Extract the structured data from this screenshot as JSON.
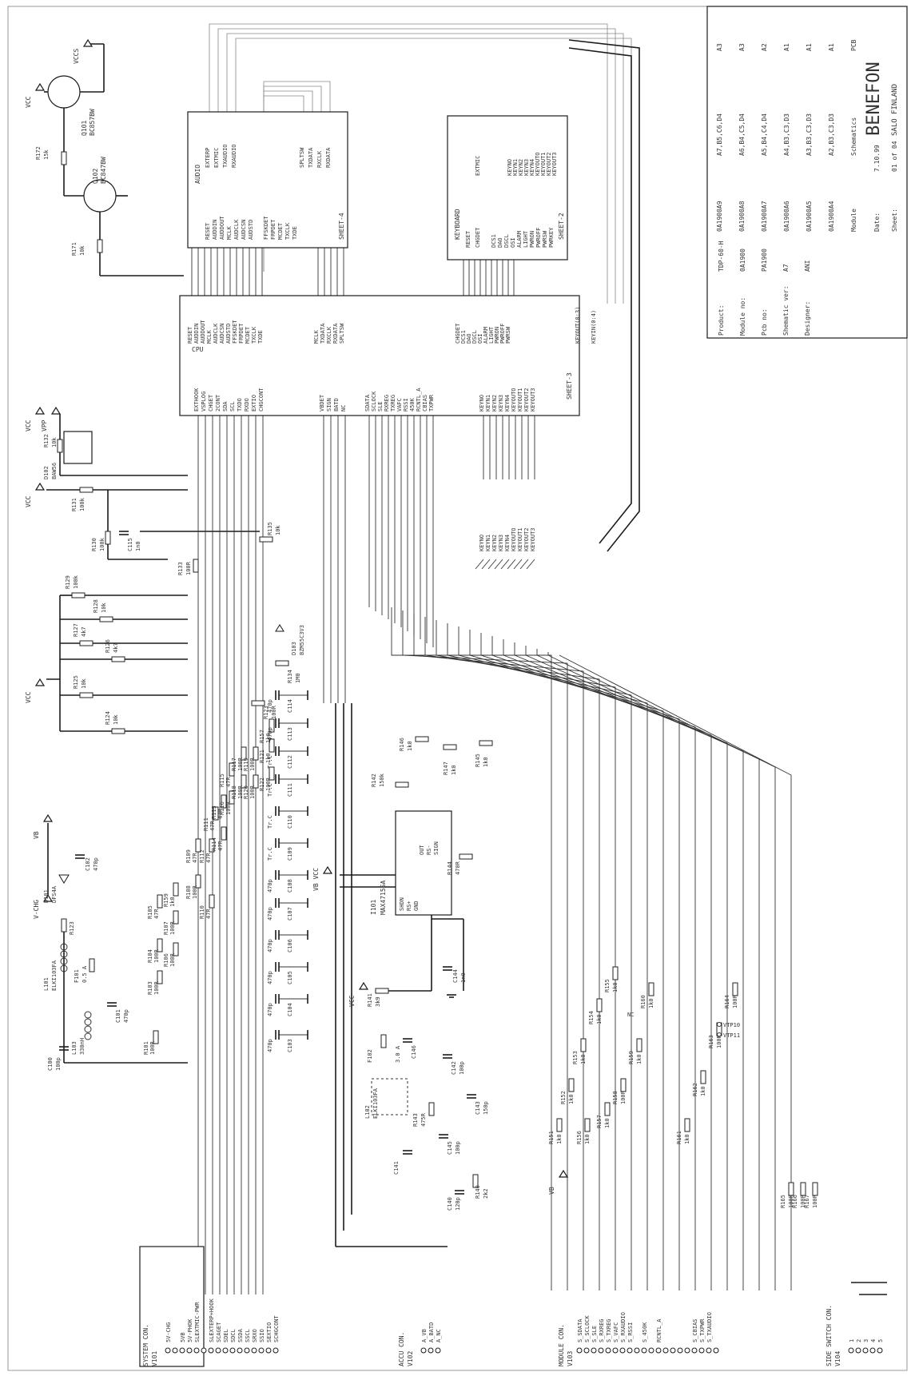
{
  "title_block": {
    "company": "BENEFON",
    "location": "SALO   FINLAND",
    "revisions": [
      {
        "code": "0A1900A9",
        "refs": "A7,B5,C6,D4",
        "rev": "A3"
      },
      {
        "code": "0A1900A8",
        "refs": "A6,B4,C5,D4",
        "rev": "A3"
      },
      {
        "code": "0A1900A7",
        "refs": "A5,B4,C4,D4",
        "rev": "A2"
      },
      {
        "code": "0A1900A6",
        "refs": "A4,B3,C3,D3",
        "rev": "A1"
      },
      {
        "code": "0A1900A5",
        "refs": "A3,B3,C3,D3",
        "rev": "A1"
      },
      {
        "code": "0A1900A4",
        "refs": "A2,B3,C3,D3",
        "rev": "A1"
      }
    ],
    "module_label": "Module",
    "schematics_label": "Schematics",
    "pcb_label": "PCB",
    "fields": [
      {
        "label": "Product:",
        "value": "TDP-60-H"
      },
      {
        "label": "Module no:",
        "value": "0A1900"
      },
      {
        "label": "Pcb no:",
        "value": "PA1900"
      },
      {
        "label": "Shematic ver:",
        "value": "A7"
      },
      {
        "label": "Designer:",
        "value": "ANI"
      }
    ],
    "date_label": "Date:",
    "date_value": "7.10.99",
    "sheet_label": "Sheet:",
    "sheet_value": "01 of 04"
  },
  "blocks": {
    "audio": {
      "title": "AUDIO",
      "sheet": "SHEET-4",
      "left_pins": [
        "RESET",
        "AUDDIN",
        "AUDDOUT",
        "MCLK",
        "AUDCLK",
        "AUDCSN",
        "AUDSTD"
      ],
      "mid_pins": [
        "FFSKDET",
        "FRPDET",
        "MCDET",
        "TXCLK",
        "TXDE"
      ],
      "right_pins": [
        "SPLTSW",
        "TXDATA",
        "RXCLK",
        "RXDATA"
      ],
      "top_pins": [
        "EXTERP",
        "EXTMIC",
        "TXAUDIO",
        "RXAUDIO"
      ]
    },
    "keyboard": {
      "title": "KEYBOARD",
      "sheet": "SHEET-2",
      "left_pins": [
        "RESET",
        "CHGDET"
      ],
      "mid_pins": [
        "DCS1",
        "DAO",
        "DSCL",
        "OSI",
        "ALARM",
        "LIGHT",
        "PWRON",
        "PWROFF",
        "PWRSW",
        "PWRKEY"
      ],
      "right_pins": [
        "KEYNO",
        "KEYN1",
        "KEYN2",
        "KEYN3",
        "KEYN4",
        "KEYOUTO",
        "KEYOUT1",
        "KEYOUT2",
        "KEYOUT3"
      ],
      "top_pins": [
        "EXTMIC"
      ]
    },
    "cpu": {
      "title": "CPU",
      "sheet": "SHEET-3",
      "pins_a": [
        "EXTHOOK",
        "VSPLOG",
        "CHGET",
        "2CONT",
        "SDA",
        "SCL",
        "TXDO",
        "RXDO",
        "EXTIO",
        "CHGCONT"
      ],
      "pins_b": [
        "RESET",
        "AUDDIN",
        "AUDDOUT",
        "MCLK",
        "AUDCLK",
        "AUDCSN",
        "AUDSTD",
        "FFSKDET",
        "FRPDET",
        "MCDET",
        "TXCLK",
        "TXDE"
      ],
      "pins_c": [
        "MCLK",
        "TXDATA",
        "RXCLK",
        "RXDATA",
        "SPLTSW"
      ],
      "pins_d": [
        "VBDET",
        "SIGN",
        "BATD",
        "NC"
      ],
      "pins_e": [
        "SDATA",
        "SCLOCK",
        "SLE",
        "RXREG",
        "TXREG",
        "VAFC",
        "RSSI",
        "450K",
        "RCNTL_A",
        "CBIAS",
        "TXPWR"
      ],
      "pins_f": [
        "CHGDET",
        "DCS1",
        "DAO",
        "DSCL",
        "OSI",
        "ALARM",
        "LIGHT",
        "PWRON",
        "PWROFF",
        "PWRSW"
      ],
      "pins_g": [
        "KEYNO",
        "KEYN1",
        "KEYN2",
        "KEYN3",
        "KEYN4",
        "KEYOUTO",
        "KEYOUT1",
        "KEYOUT2",
        "KEYOUT3"
      ],
      "bus_out": "KEYOUT(0:3)",
      "bus_in": "KEYIN(0:4)"
    },
    "maxim": {
      "ref": "I101",
      "part": "MAX4715SA",
      "pins": [
        "SHDN",
        "RS+",
        "GND",
        "OUT",
        "RS-",
        "SIGN"
      ]
    }
  },
  "connectors": {
    "system": {
      "title": "SYSTEM CON.",
      "ref": "V101",
      "pins": [
        "5V-CHG",
        "",
        "5VB",
        "5V-PHOK",
        "SLEXTMIC-PWR",
        "",
        "SLEXTERP+HOOK",
        "SCAGET",
        "SDEL",
        "SDCL",
        "SSDA",
        "SSCL",
        "SRXO",
        "SSIO",
        "SEXTIO",
        "SCHGCONT"
      ]
    },
    "accu": {
      "title": "ACCU CON.",
      "ref": "V102",
      "pins": [
        "A_VB",
        "A_BATD",
        "A_NC"
      ]
    },
    "module": {
      "title": "MODULE CON.",
      "ref": "V103",
      "pins": [
        "S_SDATA",
        "S_SCLOCK",
        "S_SLE",
        "S_RXREG",
        "S_TXREG",
        "S_VAFC",
        "S_RXAUDIO",
        "S_RSSI",
        "",
        "S_450K",
        "",
        "RCNTL_A",
        "",
        "",
        "",
        "",
        "S_CBIAS",
        "S_TXPWR",
        "S_TXAUDIO",
        ""
      ]
    },
    "side": {
      "title": "SIDE SWITCH CON.",
      "ref": "V104",
      "pins": [
        "1",
        "2",
        "3",
        "4",
        "5"
      ]
    }
  },
  "supplies": [
    "VCCS",
    "VCC",
    "VCC",
    "VCC",
    "VPP",
    "VB",
    "V-CHG",
    "VCC",
    "VB",
    "VB VCC"
  ],
  "transistors": [
    {
      "ref": "Q101",
      "part": "BC857BW"
    },
    {
      "ref": "Q102",
      "part": "BC847BW"
    }
  ],
  "diodes": [
    {
      "ref": "D101",
      "part": "DFS4A"
    },
    {
      "ref": "D102",
      "part": "BAW56"
    },
    {
      "ref": "D103",
      "part": "BZM55C3V3"
    }
  ],
  "coils": [
    {
      "ref": "L101",
      "part": "ELKI103FA"
    },
    {
      "ref": "L102",
      "part": "ELKI103FA"
    },
    {
      "ref": "L103",
      "part": "330nH"
    }
  ],
  "fuses": [
    {
      "ref": "F101",
      "value": "0.5 A"
    },
    {
      "ref": "F102",
      "value": "3.0 A"
    }
  ],
  "resistors_top": [
    {
      "ref": "R172",
      "value": "15k"
    },
    {
      "ref": "R171",
      "value": "10k"
    },
    {
      "ref": "R132",
      "value": "10k"
    },
    {
      "ref": "R131",
      "value": "100k"
    },
    {
      "ref": "R130",
      "value": "100k"
    },
    {
      "ref": "R133",
      "value": "100R"
    },
    {
      "ref": "R135",
      "value": "10k"
    },
    {
      "ref": "R129",
      "value": "100k"
    },
    {
      "ref": "R128",
      "value": "10k"
    },
    {
      "ref": "R127",
      "value": "4k7"
    },
    {
      "ref": "R126",
      "value": "4k7"
    },
    {
      "ref": "R125",
      "value": "10k"
    },
    {
      "ref": "R124",
      "value": "10k"
    },
    {
      "ref": "R134",
      "value": "1M0"
    },
    {
      "ref": "R123",
      "value": "100R"
    }
  ],
  "resistor_ladder": [
    {
      "ref": "R105",
      "value": "47R"
    },
    {
      "ref": "R159",
      "value": "1k0"
    },
    {
      "ref": "R107",
      "value": "100R"
    },
    {
      "ref": "R104",
      "value": "100R"
    },
    {
      "ref": "R106",
      "value": "100R"
    },
    {
      "ref": "R103",
      "value": "100R"
    },
    {
      "ref": "R101",
      "value": "100R"
    },
    {
      "ref": "R108",
      "value": "100R"
    },
    {
      "ref": "R109",
      "value": "47R"
    },
    {
      "ref": "R110",
      "value": "47R"
    },
    {
      "ref": "R111",
      "value": "47R"
    },
    {
      "ref": "R112",
      "value": "47R"
    },
    {
      "ref": "R113",
      "value": "47R"
    },
    {
      "ref": "R114",
      "value": "47R"
    },
    {
      "ref": "R115",
      "value": "47R"
    },
    {
      "ref": "R116",
      "value": "100R"
    },
    {
      "ref": "R117",
      "value": "100R"
    },
    {
      "ref": "R118",
      "value": "100R"
    },
    {
      "ref": "R119",
      "value": "100R"
    },
    {
      "ref": "R120",
      "value": "100R"
    },
    {
      "ref": "R121",
      "value": "1k0"
    },
    {
      "ref": "R122",
      "value": "100R"
    },
    {
      "ref": "R157",
      "value": "1k0"
    }
  ],
  "capacitors": [
    {
      "ref": "C100",
      "value": "100p"
    },
    {
      "ref": "C101",
      "value": "470p"
    },
    {
      "ref": "C102",
      "value": "470p"
    },
    {
      "ref": "C103",
      "value": "470p"
    },
    {
      "ref": "C104",
      "value": "470p"
    },
    {
      "ref": "C105",
      "value": "470p"
    },
    {
      "ref": "C106",
      "value": "470p"
    },
    {
      "ref": "C107",
      "value": "470p"
    },
    {
      "ref": "C108",
      "value": "470p"
    },
    {
      "ref": "C109",
      "value": "Tr.C"
    },
    {
      "ref": "C110",
      "value": "Tr.C"
    },
    {
      "ref": "C111",
      "value": "Tr.C"
    },
    {
      "ref": "C112",
      "value": "Tr.C"
    },
    {
      "ref": "C113",
      "value": "470p"
    },
    {
      "ref": "C114",
      "value": "470p"
    },
    {
      "ref": "C115",
      "value": "1n0"
    }
  ],
  "lower_parts": [
    {
      "ref": "R146",
      "value": "1k0"
    },
    {
      "ref": "R147",
      "value": "1k0"
    },
    {
      "ref": "R145",
      "value": "1k0"
    },
    {
      "ref": "R142",
      "value": "150k"
    },
    {
      "ref": "R144",
      "value": "470R"
    },
    {
      "ref": "R141",
      "value": "3k9"
    },
    {
      "ref": "C144",
      "value": "1n0"
    },
    {
      "ref": "C146",
      "value": ""
    },
    {
      "ref": "C142",
      "value": "100p"
    },
    {
      "ref": "C143",
      "value": "150p"
    },
    {
      "ref": "R143",
      "value": "475R"
    },
    {
      "ref": "C145",
      "value": "100p"
    },
    {
      "ref": "C141",
      "value": ""
    },
    {
      "ref": "C140",
      "value": "120p"
    },
    {
      "ref": "R140",
      "value": "2k2"
    }
  ],
  "module_parts": [
    {
      "ref": "R151",
      "value": "1k0"
    },
    {
      "ref": "R152",
      "value": "1k0"
    },
    {
      "ref": "R153",
      "value": "1k0"
    },
    {
      "ref": "R154",
      "value": "1k0"
    },
    {
      "ref": "R155",
      "value": "1k0"
    },
    {
      "ref": "R156",
      "value": "1k0"
    },
    {
      "ref": "R157",
      "value": "1k0"
    },
    {
      "ref": "R158",
      "value": "100R"
    },
    {
      "ref": "R159",
      "value": "1k0"
    },
    {
      "ref": "R160",
      "value": "1k0"
    },
    {
      "ref": "R161",
      "value": "1k0"
    },
    {
      "ref": "R162",
      "value": "1k0"
    },
    {
      "ref": "R163",
      "value": "100R"
    },
    {
      "ref": "R164",
      "value": "100R"
    },
    {
      "ref": "R165",
      "value": "100R"
    },
    {
      "ref": "R166",
      "value": "100R"
    },
    {
      "ref": "R167",
      "value": "100R"
    }
  ],
  "test_points": [
    "VTP10",
    "VTP11"
  ],
  "nc_label": "NC"
}
